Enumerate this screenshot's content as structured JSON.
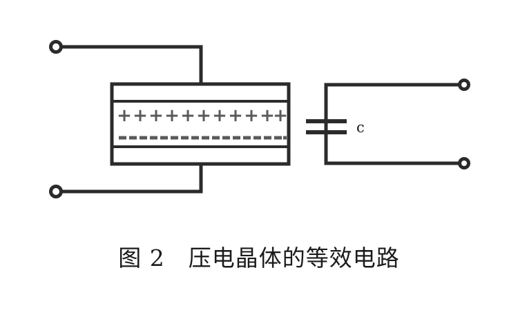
{
  "figure": {
    "caption": "图 2　压电晶体的等效电路",
    "caption_label": "图 2",
    "caption_text": "压电晶体的等效电路"
  },
  "colors": {
    "line": "#2b2b2b",
    "charge": "#5a5a5a",
    "background": "#ffffff",
    "label": "#1b1b1b"
  },
  "crystal": {
    "name": "piezoelectric-crystal-block",
    "positive_charge_symbol": "+",
    "negative_charge_symbol": "−",
    "positive_count": 11,
    "negative_count": 17
  },
  "capacitor": {
    "label": "c",
    "plate_count": 2
  },
  "terminals": {
    "left_top": "terminal-left-top",
    "left_bottom": "terminal-left-bottom",
    "right_top": "terminal-right-top",
    "right_bottom": "terminal-right-bottom"
  }
}
